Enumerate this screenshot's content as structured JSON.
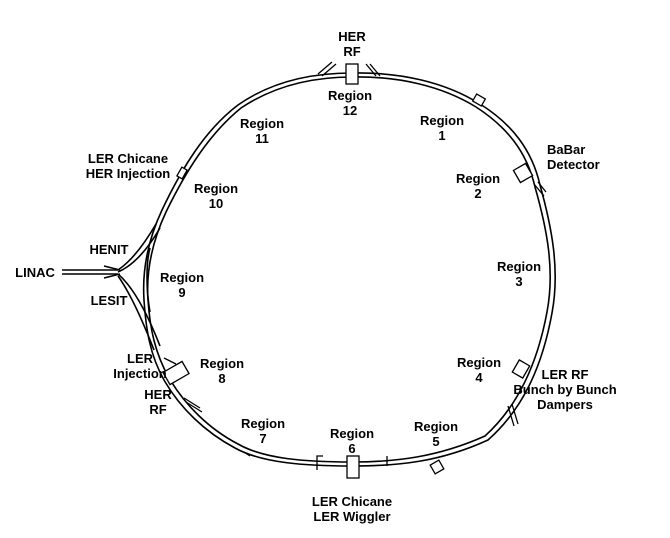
{
  "regions": [
    {
      "label": "Region",
      "number": "1"
    },
    {
      "label": "Region",
      "number": "2"
    },
    {
      "label": "Region",
      "number": "3"
    },
    {
      "label": "Region",
      "number": "4"
    },
    {
      "label": "Region",
      "number": "5"
    },
    {
      "label": "Region",
      "number": "6"
    },
    {
      "label": "Region",
      "number": "7"
    },
    {
      "label": "Region",
      "number": "8"
    },
    {
      "label": "Region",
      "number": "9"
    },
    {
      "label": "Region",
      "number": "10"
    },
    {
      "label": "Region",
      "number": "11"
    },
    {
      "label": "Region",
      "number": "12"
    }
  ],
  "annotations": {
    "her_rf_top": [
      "HER",
      "RF"
    ],
    "babar": [
      "BaBar",
      "Detector"
    ],
    "ler_rf": [
      "LER RF",
      "Bunch by Bunch",
      "Dampers"
    ],
    "ler_chicane_bottom": [
      "LER Chicane",
      "LER Wiggler"
    ],
    "her_rf_left": [
      "HER",
      "RF"
    ],
    "ler_injection": [
      "LER",
      "Injection"
    ],
    "ler_chicane_top": [
      "LER Chicane",
      "HER Injection"
    ],
    "henit": "HENIT",
    "lesit": "LESIT",
    "linac": "LINAC"
  },
  "colors": {
    "line": "#000000",
    "background": "#ffffff"
  }
}
